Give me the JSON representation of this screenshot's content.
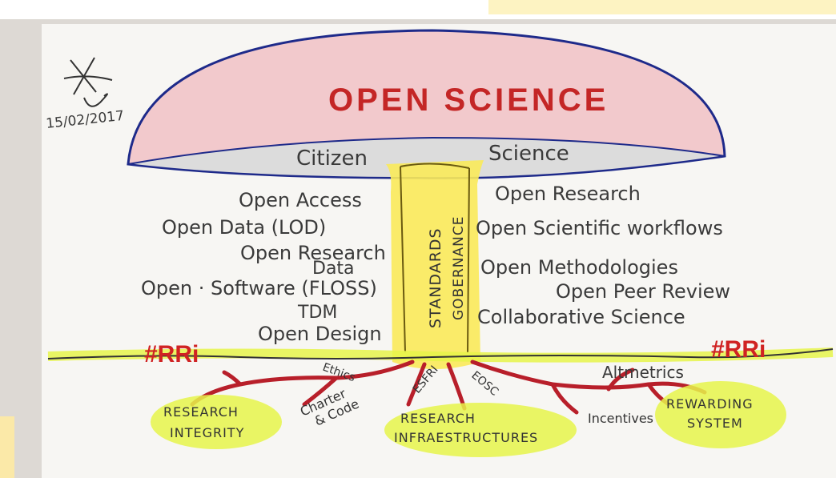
{
  "signature": {
    "date": "15/02/2017"
  },
  "cap": {
    "title": "OPEN SCIENCE",
    "subtitle_left": "Citizen",
    "subtitle_right": "Science"
  },
  "stem": {
    "line1": "STANDARDS",
    "line2": "GOBERNANCE"
  },
  "left_items": [
    "Open Access",
    "Open Data (LOD)",
    "Open Research",
    "Data",
    "Open · Software (FLOSS)",
    "TDM",
    "Open Design"
  ],
  "right_items": [
    "Open Research",
    "Open Scientific workflows",
    "Open Methodologies",
    "Open Peer Review",
    "Collaborative Science"
  ],
  "ground": {
    "tag_left": "#RRi",
    "tag_right": "#RRi"
  },
  "roots": {
    "ethics": "Ethics",
    "charter1": "Charter",
    "charter2": "& Code",
    "esfri": "ESFRI",
    "eosc": "EOSC",
    "altmetrics": "Altmetrics",
    "incentives": "Incentives"
  },
  "blobs": {
    "integrity1": "RESEARCH",
    "integrity2": "INTEGRITY",
    "infra1": "RESEARCH",
    "infra2": "INFRAESTRUCTURES",
    "reward1": "REWARDING",
    "reward2": "SYSTEM"
  },
  "colors": {
    "cap_fill": "#f2c9cc",
    "cap_outline": "#1e2a8a",
    "stem": "#f7e63a",
    "roots": "#b81f2a",
    "highlight": "#e6f54a"
  }
}
